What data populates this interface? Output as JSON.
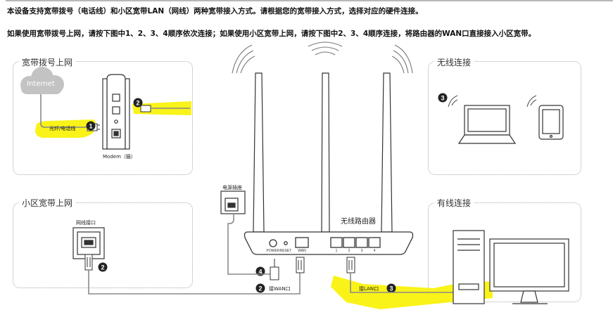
{
  "instructions": {
    "line1": "本设备支持宽带拨号（电话线）和小区宽带LAN（网线）两种宽带接入方式。请根据您的宽带接入方式，选择对应的硬件连接。",
    "line2": "如果使用宽带拨号上网，请按下图中1、2、3、4顺序依次连接；如果使用小区宽带上网，请按下图中2、3、4顺序连接，将路由器的WAN口直接接入小区宽带。"
  },
  "panels": {
    "dialup": {
      "title": "宽带拨号上网"
    },
    "community": {
      "title": "小区宽带上网"
    },
    "wireless": {
      "title": "无线连接"
    },
    "wired": {
      "title": "有线连接"
    }
  },
  "labels": {
    "internet": "Internet",
    "fiber_phone_line": "光纤/电话线",
    "modem": "Modem（猫）",
    "network_port": "网线接口",
    "power_socket": "电源插座",
    "router": "无线路由器",
    "wan_port": "接WAN口",
    "lan_port": "接LAN口",
    "router_power": "POWER",
    "router_reset": "RESET",
    "router_wan": "WAN",
    "lan_port_numbers": [
      "1",
      "2",
      "3",
      "4"
    ]
  },
  "steps": {
    "dialup_phone": "1",
    "dialup_modem": "2",
    "wireless": "3",
    "community": "2",
    "power": "4",
    "wan": "2",
    "lan": "3"
  },
  "colors": {
    "highlight": "#f8f200",
    "line": "#8a8a8a",
    "outline": "#333333",
    "cloud": "#bdbdbd"
  }
}
